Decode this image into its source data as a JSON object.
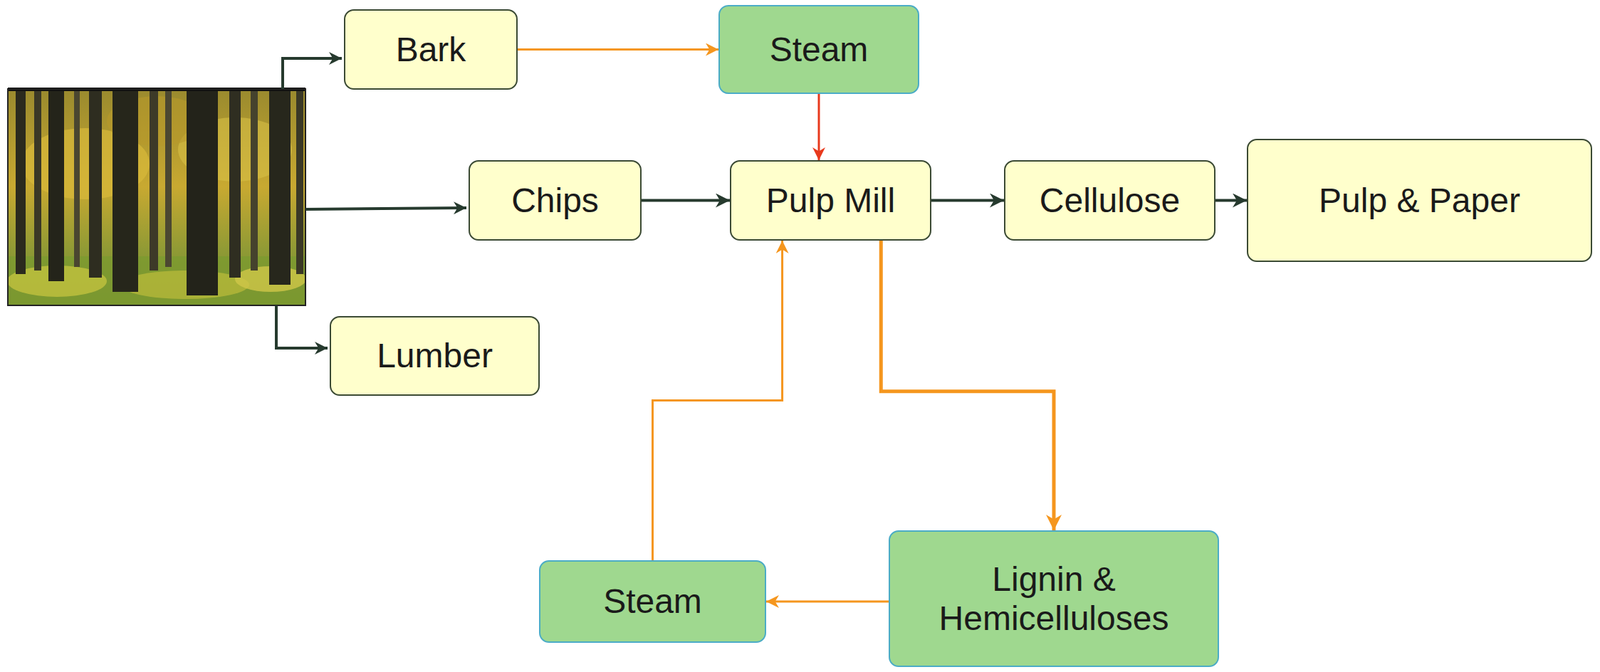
{
  "diagram": {
    "nodes": [
      {
        "text": [
          "Bark"
        ]
      },
      {
        "text": [
          "Steam"
        ]
      },
      {
        "text": [
          "Chips"
        ]
      },
      {
        "text": [
          "Pulp Mill"
        ]
      },
      {
        "text": [
          "Cellulose"
        ]
      },
      {
        "text": [
          "Pulp & Paper"
        ]
      },
      {
        "text": [
          "Lumber"
        ]
      },
      {
        "text": [
          "Lignin & Hemicelluloses"
        ]
      },
      {
        "text": [
          "Steam"
        ]
      }
    ],
    "edges": [
      {
        "from": 0,
        "to": 1,
        "arrow": "to"
      },
      {
        "from": 1,
        "to": 3,
        "arrow": "to"
      },
      {
        "from": 2,
        "to": 3,
        "arrow": "to"
      },
      {
        "from": 3,
        "to": 4,
        "arrow": "to"
      },
      {
        "from": 4,
        "to": 5,
        "arrow": "to"
      },
      {
        "from": 3,
        "to": 7,
        "arrow": "to"
      },
      {
        "from": 7,
        "to": 8,
        "arrow": "to"
      },
      {
        "from": 8,
        "to": 3,
        "arrow": "to"
      }
    ]
  }
}
